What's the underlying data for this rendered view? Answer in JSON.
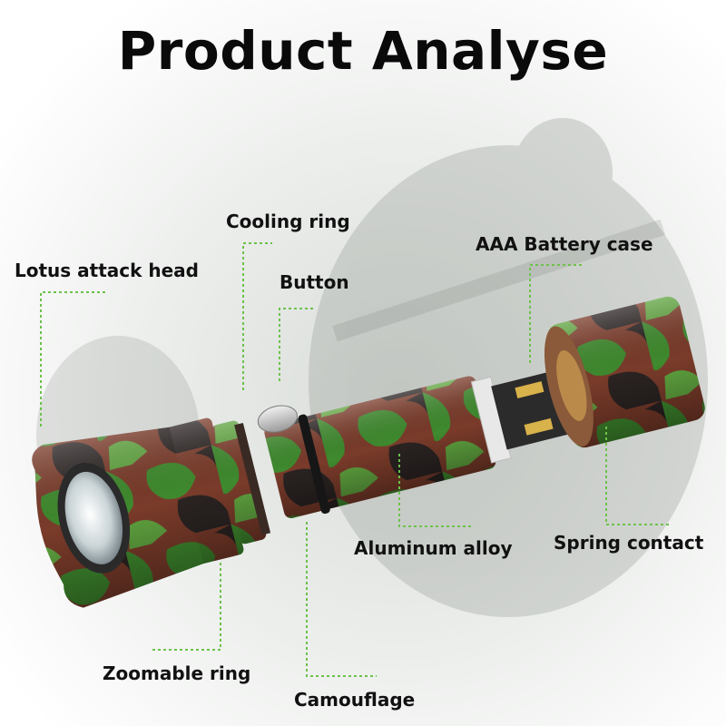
{
  "title": "Product Analyse",
  "callouts": {
    "cooling_ring": "Cooling ring",
    "lotus_attack_head": "Lotus attack head",
    "button": "Button",
    "aaa_battery_case": "AAA Battery case",
    "aluminum_alloy": "Aluminum alloy",
    "spring_contact": "Spring contact",
    "zoomable_ring": "Zoomable ring",
    "camouflage": "Camouflage"
  },
  "colors": {
    "leader_line": "#6cc24a",
    "camo_green": "#3f8a2e",
    "camo_brown": "#7a3b2a",
    "camo_dark": "#2a2322",
    "title_text": "#0a0a0a"
  }
}
